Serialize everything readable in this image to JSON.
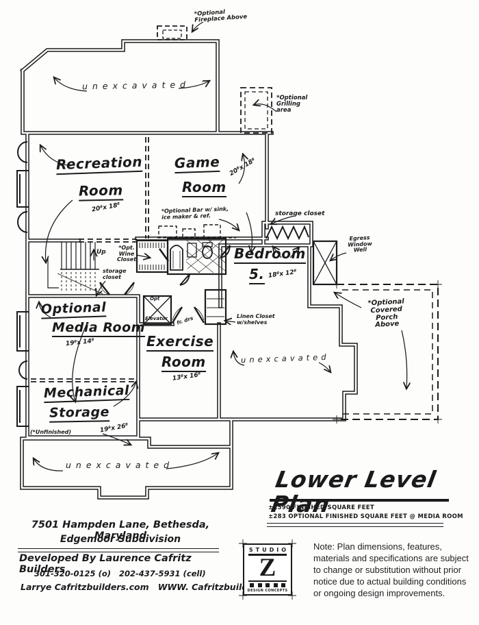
{
  "doc": {
    "title": "Lower Level Plan",
    "sqft1": "±1590 FINISHED SQUARE FEET",
    "sqft2": "±283 OPTIONAL FINISHED SQUARE FEET @ MEDIA ROOM"
  },
  "rooms": {
    "recreation": {
      "line1": "Recreation",
      "line2": "Room",
      "dims": "20⁸x 18⁸"
    },
    "game": {
      "line1": "Game",
      "line2": "Room",
      "dims": "20⁸x 18⁸"
    },
    "bedroom5": {
      "line1": "Bedroom",
      "line2": "5.",
      "dims": "18⁸x 12⁸"
    },
    "media": {
      "line1": "Optional",
      "line2": "Media Room",
      "dims": "19⁸x 14⁸"
    },
    "exercise": {
      "line1": "Exercise",
      "line2": "Room",
      "dims": "13⁸x 16⁸"
    },
    "mechanical": {
      "line1": "Mechanical",
      "line2": "Storage",
      "note": "(*Unfinished)",
      "dims": "19⁸x 26⁸"
    }
  },
  "annotations": {
    "unexcavated_top": "unexcavated",
    "unexcavated_mid": "unexcavated",
    "unexcavated_bottom": "unexcavated",
    "optional_fireplace": "*Optional\nFireplace Above",
    "optional_grilling": "*Optional\nGrilling\narea",
    "optional_bar": "*Optional Bar w/ sink,\nice maker & ref.",
    "storage_closet_game": "storage closet",
    "storage_closet_stairs": "storage\ncloset",
    "opt_wine_closet": "*Opt. Wine\nCloset",
    "up": "Up",
    "egress": "Egress\nWindow\nWell",
    "linen": "Linen Closet\nw/shelves",
    "covered_porch": "*Optional\nCovered\nPorch\nAbove",
    "elevator_top": "Opt",
    "elevator_bottom": "Elevator",
    "french_doors": "fr. drs"
  },
  "footer": {
    "address1": "7501 Hampden Lane, Bethesda, Maryland",
    "address2": "Edgemoor Subdivision",
    "developer": "Developed By Laurence Cafritz Builders",
    "phones": "301-320-0125 (o)   202-437-5931 (cell)",
    "web": "Larrye Cafritzbuilders.com   WWW. Cafritzbuilders.com"
  },
  "logo": {
    "studio": "STUDIO",
    "z": "Z",
    "design": "DESIGN CONCEPTS"
  },
  "note": {
    "text": "Note: Plan dimensions, features,\nmaterials and specifications are subject\nto change or substitution without prior\nnotice due to actual building conditions\nor ongoing design improvements."
  },
  "colors": {
    "ink": "#1a1a1a",
    "paper": "#fdfdfc"
  }
}
